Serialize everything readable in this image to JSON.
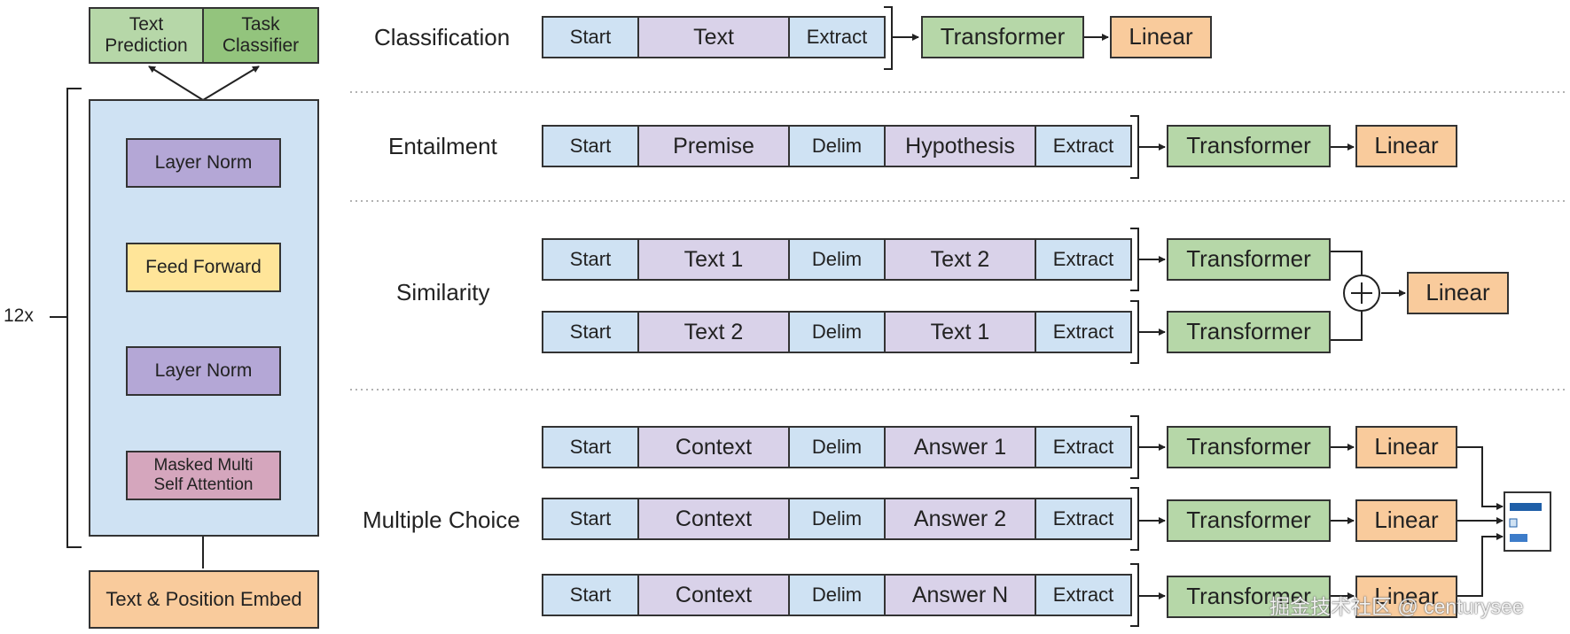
{
  "left": {
    "heads": [
      "Text\nPrediction",
      "Task\nClassifier"
    ],
    "layer_norm_top": "Layer Norm",
    "feed_forward": "Feed Forward",
    "layer_norm_mid": "Layer Norm",
    "attention": "Masked Multi\nSelf Attention",
    "embed": "Text & Position Embed",
    "repeat": "12x"
  },
  "tasks": {
    "classification": "Classification",
    "entailment": "Entailment",
    "similarity": "Similarity",
    "multiple_choice": "Multiple Choice"
  },
  "tokens": {
    "start": "Start",
    "extract": "Extract",
    "delim": "Delim",
    "text": "Text",
    "premise": "Premise",
    "hypothesis": "Hypothesis",
    "text1": "Text 1",
    "text2": "Text 2",
    "context": "Context",
    "answer1": "Answer 1",
    "answer2": "Answer 2",
    "answerN": "Answer N"
  },
  "blocks": {
    "transformer": "Transformer",
    "linear": "Linear"
  },
  "watermark": "掘金技术社区 @ centurysee",
  "colors": {
    "token_blue": "#cfe2f3",
    "token_purple": "#d9d2e9",
    "transformer_green": "#b6d7a8",
    "linear_orange": "#f9cb9c",
    "feed_forward_yellow": "#ffe599",
    "layer_norm_violet": "#b4a7d6",
    "attention_pink": "#d5a6bd"
  }
}
